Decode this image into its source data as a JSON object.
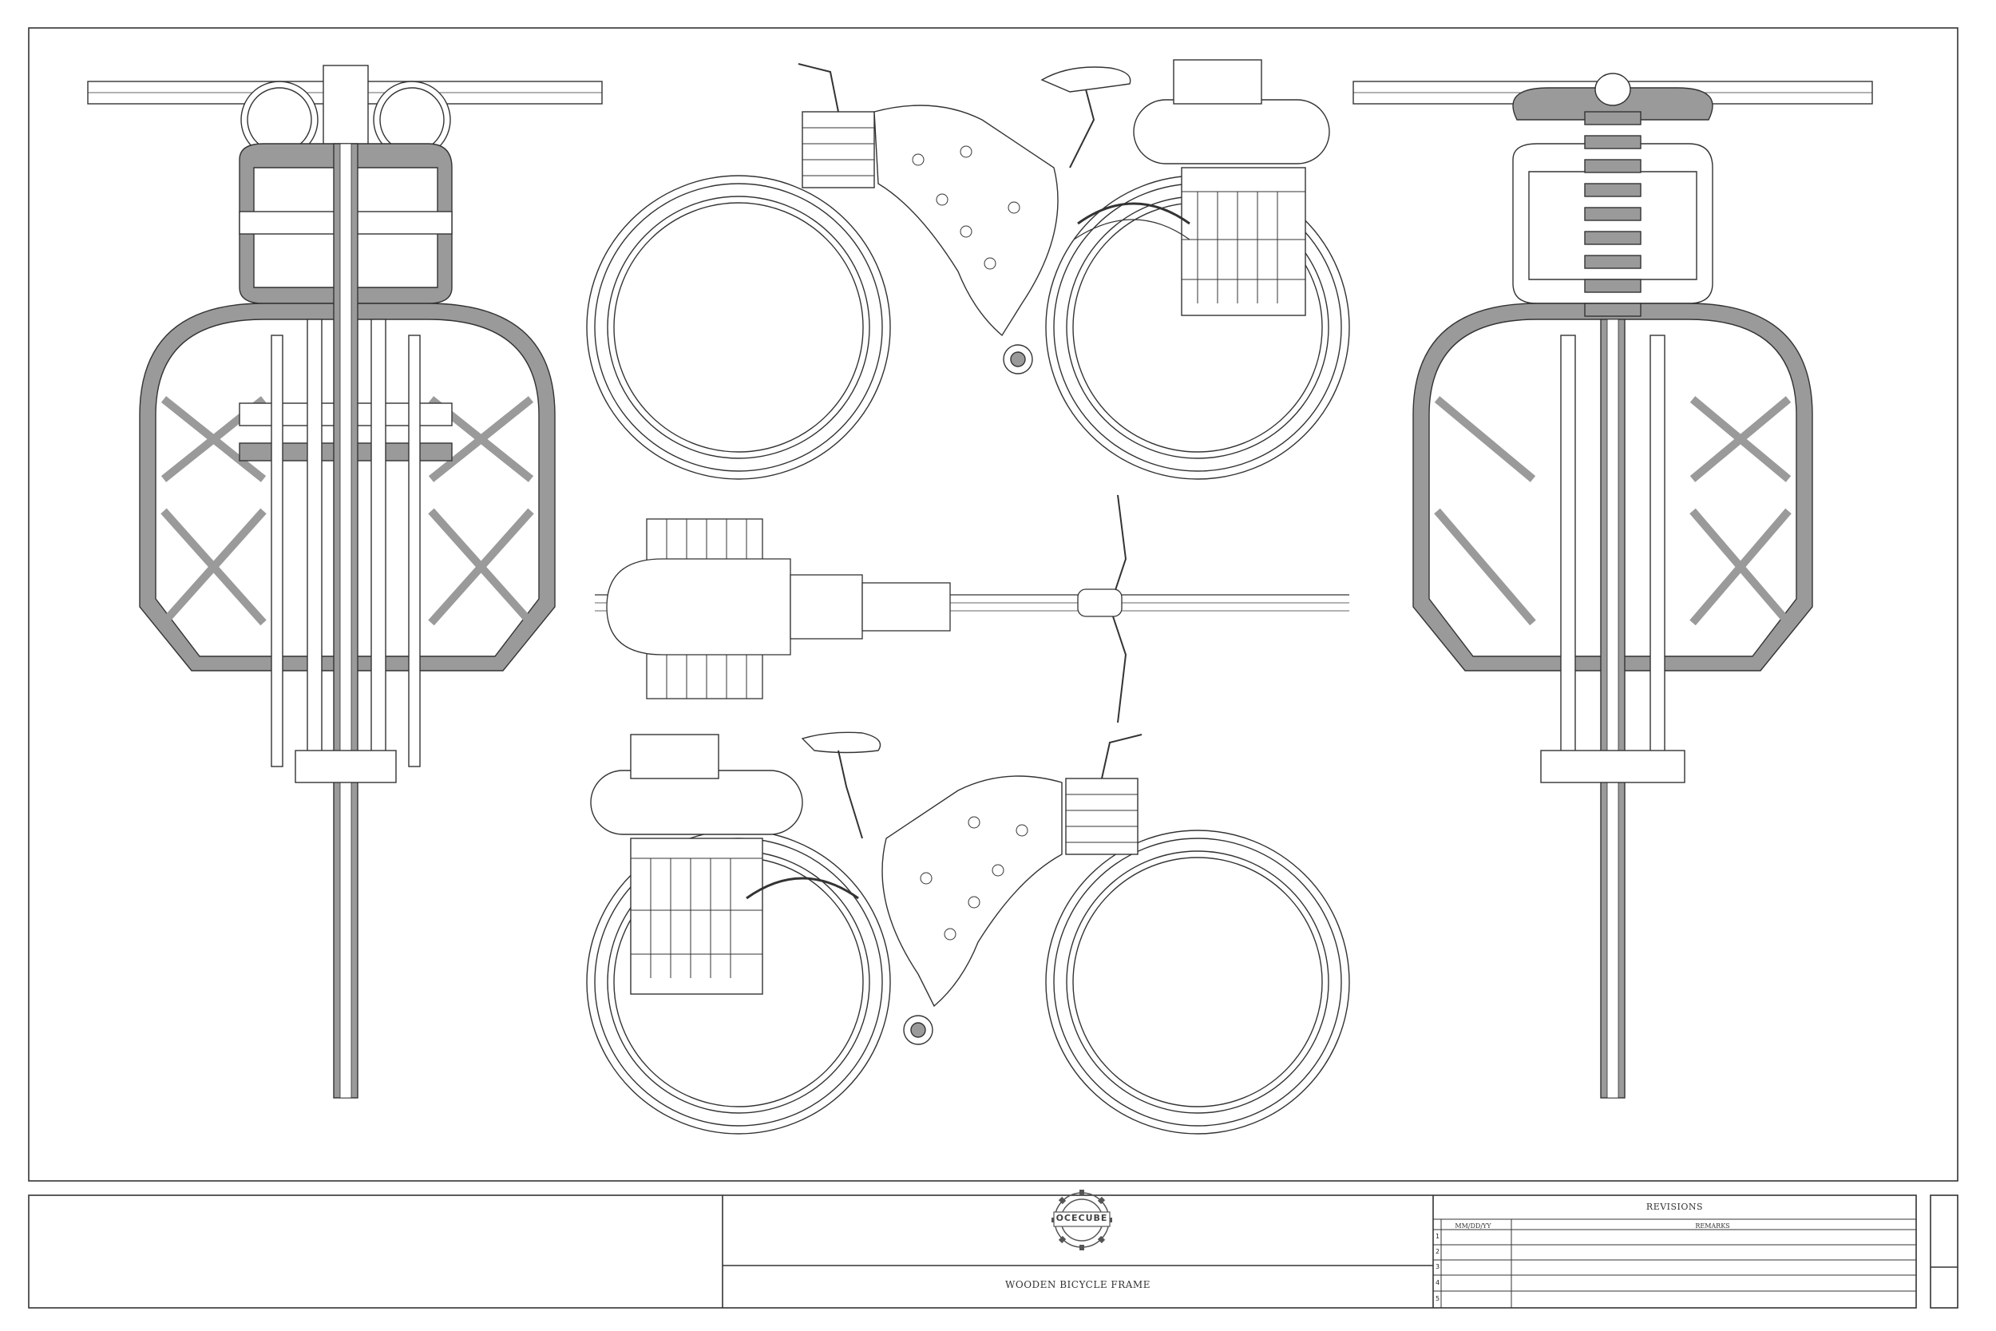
{
  "title_block": {
    "drawing_title": "WOODEN BICYCLE FRAME",
    "logo_text": "OCECUBE"
  },
  "revisions": {
    "title": "REVISIONS",
    "col_date": "MM/DD/YY",
    "col_remarks": "REMARKS",
    "rows": [
      "1",
      "2",
      "3",
      "4",
      "5"
    ]
  },
  "colors": {
    "line": "#333333",
    "shade": "#9a9a9a",
    "paper": "#ffffff"
  }
}
